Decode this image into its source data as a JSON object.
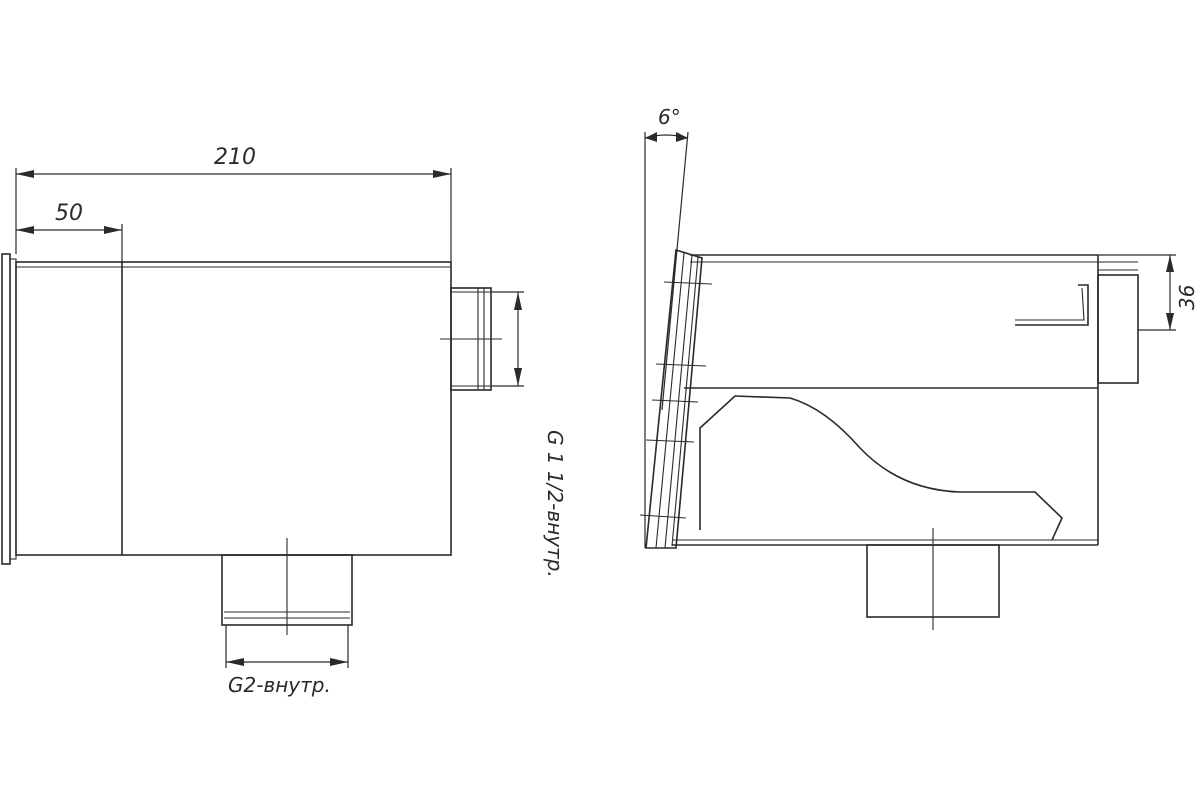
{
  "left_view": {
    "dim_overall": "210",
    "dim_flange": "50",
    "side_thread": "G 1 1/2-внутр.",
    "bottom_thread": "G2-внутр."
  },
  "right_view": {
    "angle": "6°",
    "dim_height": "36"
  },
  "colors": {
    "line": "#2a2a2a",
    "background": "#ffffff"
  }
}
